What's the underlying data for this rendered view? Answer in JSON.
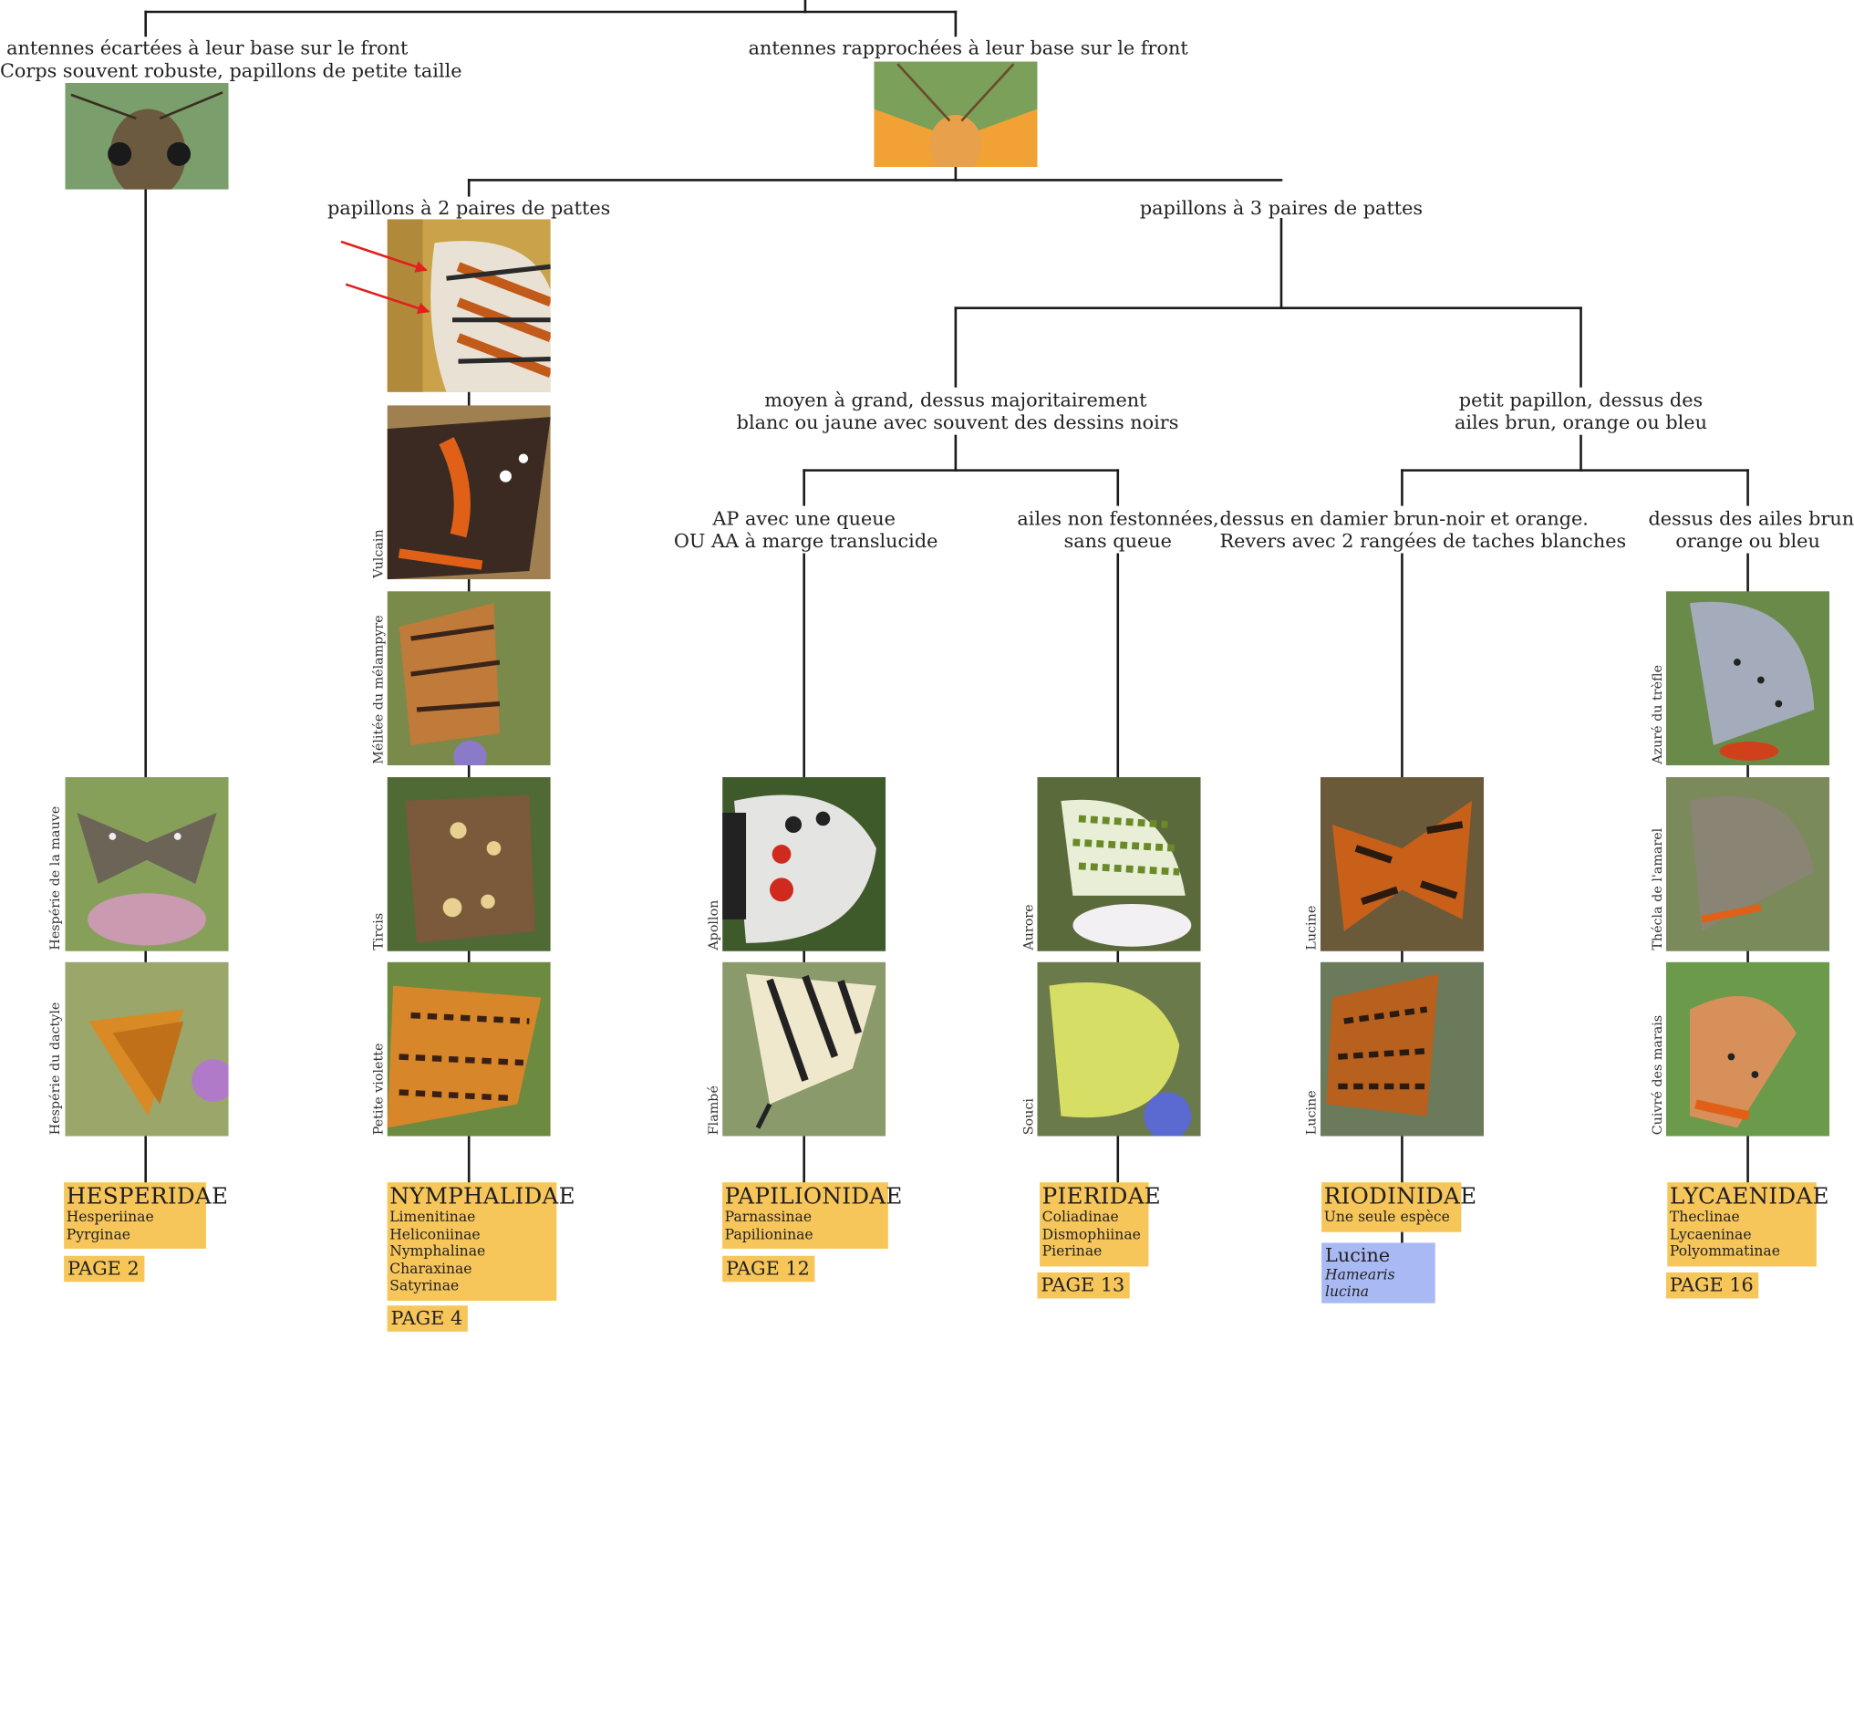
{
  "splits": {
    "antennae_wide": [
      "antennes écartées à leur base sur le front",
      "Corps souvent robuste, papillons de petite taille"
    ],
    "antennae_close": [
      "antennes rapprochées à leur base sur le front"
    ],
    "legs_2": [
      "papillons à 2 paires de pattes"
    ],
    "legs_3": [
      "papillons à 3 paires de pattes"
    ],
    "medium_large": [
      "moyen à grand, dessus majoritairement",
      "blanc ou jaune avec souvent des dessins noirs"
    ],
    "small": [
      "petit papillon, dessus des",
      "ailes brun, orange ou bleu"
    ],
    "tail": [
      "AP avec une queue",
      "OU AA à marge translucide"
    ],
    "no_tail": [
      "ailes non festonnées,",
      "sans queue"
    ],
    "checkered": [
      "dessus en damier brun-noir et orange.",
      "Revers avec 2 rangées de taches blanches"
    ],
    "brown_orange_blue": [
      "dessus des ailes brun,",
      "orange ou bleu"
    ]
  },
  "photos": {
    "hesp_1": "Hespérie de la mauve",
    "hesp_2": "Hespérie du dactyle",
    "nymph_1": "Vulcain",
    "nymph_2": "Mélitée du mélampyre",
    "nymph_3": "Tircis",
    "nymph_4": "Petite violette",
    "papil_1": "Apollon",
    "papil_2": "Flambé",
    "pier_1": "Aurore",
    "pier_2": "Souci",
    "riod_1": "Lucine",
    "riod_2": "Lucine",
    "lyc_1": "Azuré du trèfle",
    "lyc_2": "Thécla de l'amarel",
    "lyc_3": "Cuivré des marais"
  },
  "families": {
    "hesperidae": {
      "name": "HESPERIDAE",
      "subfamilies": [
        "Hesperiinae",
        "Pyrginae"
      ],
      "page": "PAGE 2"
    },
    "nymphalidae": {
      "name": "NYMPHALIDAE",
      "subfamilies": [
        "Limenitinae",
        "Heliconiinae",
        "Nymphalinae",
        "Charaxinae",
        "Satyrinae"
      ],
      "page": "PAGE 4"
    },
    "papilionidae": {
      "name": "PAPILIONIDAE",
      "subfamilies": [
        "Parnassinae",
        "Papilioninae"
      ],
      "page": "PAGE 12"
    },
    "pieridae": {
      "name": "PIERIDAE",
      "subfamilies": [
        "Coliadinae",
        "Dismophiinae",
        "Pierinae"
      ],
      "page": "PAGE 13"
    },
    "riodinidae": {
      "name": "RIODINIDAE",
      "subfamilies": [
        "Une seule espèce"
      ]
    },
    "lycaenidae": {
      "name": "LYCAENIDAE",
      "subfamilies": [
        "Theclinae",
        "Lycaeninae",
        "Polyommatinae"
      ],
      "page": "PAGE 16"
    }
  },
  "riodinidae_species": {
    "name": "Lucine",
    "latin": "Hamearis lucina"
  },
  "colors": {
    "family_box": "#f7c65a",
    "species_box": "#a9b9f4",
    "line": "#1a1a1a",
    "arrow": "#e0201c"
  }
}
